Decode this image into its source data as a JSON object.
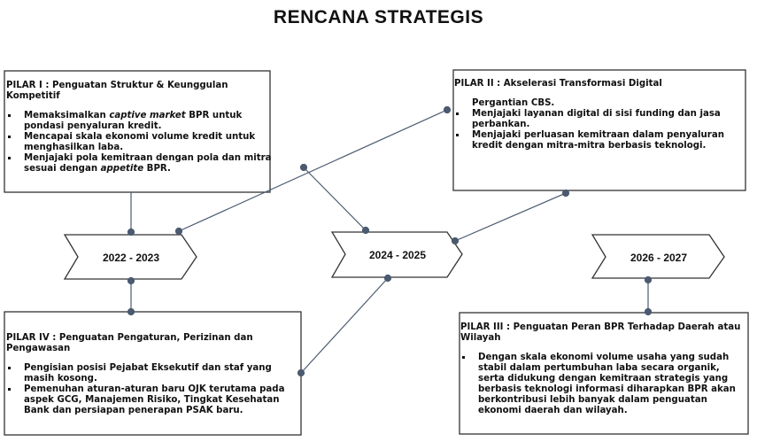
{
  "title": "RENCANA STRATEGIS",
  "years": [
    "2022 - 2023",
    "2024 - 2025",
    "2026 - 2027"
  ],
  "pillars": {
    "p1": {
      "title": "PILAR I : Penguatan Struktur & Keunggulan Kompetitif",
      "items": [
        {
          "a": "Memaksimalkan ",
          "i": "captive market",
          "b": " BPR untuk  pondasi penyaluran kredit."
        },
        {
          "a": "Mencapai skala ekonomi volume kredit untuk menghasilkan laba."
        },
        {
          "a": "Menjajaki pola kemitraan dengan pola dan mitra sesuai dengan ",
          "i": "appetite",
          "b": " BPR."
        }
      ]
    },
    "p2": {
      "title": "PILAR II : Akselerasi Transformasi Digital",
      "items": [
        "Pergantian CBS.",
        "Menjajaki layanan digital di sisi funding dan jasa perbankan.",
        "Menjajaki perluasan kemitraan dalam penyaluran kredit dengan mitra-mitra berbasis teknologi."
      ]
    },
    "p3": {
      "title": "PILAR III : Penguatan Peran BPR Terhadap Daerah atau Wilayah",
      "items": [
        "Dengan skala ekonomi volume usaha yang sudah stabil dalam pertumbuhan laba secara organik, serta didukung dengan kemitraan strategis yang berbasis teknologi informasi diharapkan BPR akan berkontribusi lebih banyak dalam penguatan ekonomi daerah dan wilayah."
      ]
    },
    "p4": {
      "title": "PILAR IV : Penguatan Pengaturan, Perizinan dan Pengawasan",
      "items": [
        "Pengisian posisi Pejabat Eksekutif dan staf yang masih kosong.",
        "Pemenuhan aturan-aturan baru OJK terutama pada aspek GCG, Manajemen Risiko, Tingkat Kesehatan Bank dan persiapan penerapan PSAK baru."
      ]
    }
  },
  "colors": {
    "connector": "#4b5a70",
    "border": "#333333"
  }
}
